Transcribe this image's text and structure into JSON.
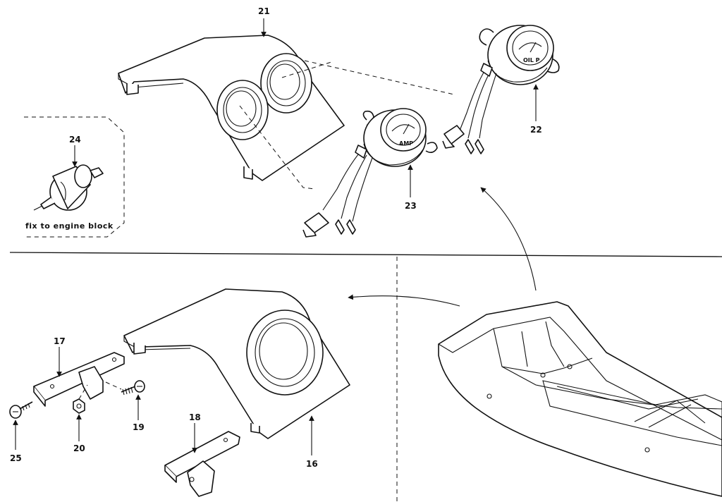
{
  "labels": {
    "p16": "16",
    "p17": "17",
    "p18": "18",
    "p19": "19",
    "p20": "20",
    "p21": "21",
    "p22": "22",
    "p23": "23",
    "p24": "24",
    "p25": "25"
  },
  "note": "fix to engine block",
  "gauge_faces": {
    "amp": "AMP",
    "oil": "OIL P"
  },
  "colors": {
    "ink": "#111111",
    "paper": "#ffffff",
    "shade": "#d9d9d9"
  }
}
